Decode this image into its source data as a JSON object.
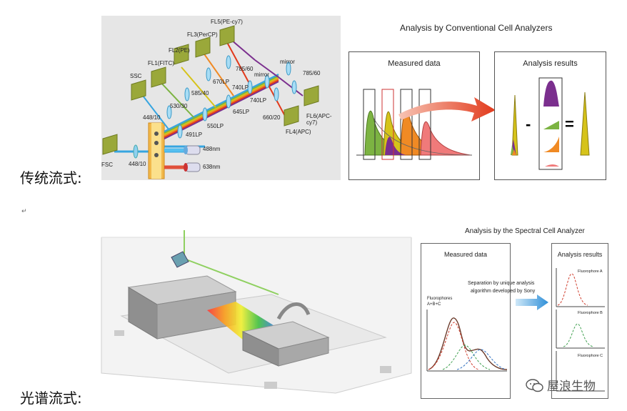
{
  "labels": {
    "conventional": "传统流式:",
    "spectral": "光谱流式:",
    "paragraph_mark": "↵"
  },
  "optics": {
    "channels": [
      "FL5(PE-cy7)",
      "FL3(PerCP)",
      "FL2(PE)",
      "FL1(FITC)",
      "SSC",
      "FSC",
      "FL6(APC-cy7)",
      "FL4(APC)"
    ],
    "filters": [
      "785/60",
      "670LP",
      "585/40",
      "530/30",
      "448/10",
      "550LP",
      "491LP",
      "740LP",
      "645LP",
      "mirror",
      "660/20",
      "448/10"
    ],
    "filters2": [
      "mirror",
      "785/60",
      "740LP"
    ],
    "lasers": [
      "488nm",
      "638nm"
    ]
  },
  "conventional_panel": {
    "title": "Analysis by Conventional Cell Analyzers",
    "measured_title": "Measured data",
    "results_title": "Analysis results",
    "minus": "-",
    "equals": "="
  },
  "spectral_panel": {
    "title": "Analysis by the Spectral Cell Analyzer",
    "measured_title": "Measured data",
    "results_title": "Analysis results",
    "fluorophores_label": [
      "Fluorophores",
      "A+B+C"
    ],
    "separation_text": [
      "Separation by unique analysis",
      "algorithm developed by Sony"
    ],
    "fluorophore_a": "Fluorophore A",
    "fluorophore_b": "Fluorophore B",
    "fluorophore_c": "Fluorophore C"
  },
  "watermark": {
    "text": "屋浪生物"
  },
  "colors": {
    "green": "#7cb342",
    "yellow": "#d6c31a",
    "orange": "#f08a24",
    "pink": "#f07a7a",
    "purple": "#7b2f8e",
    "red_arrow": "#e23a1c",
    "blue_arrow": "#2f8fd8"
  }
}
